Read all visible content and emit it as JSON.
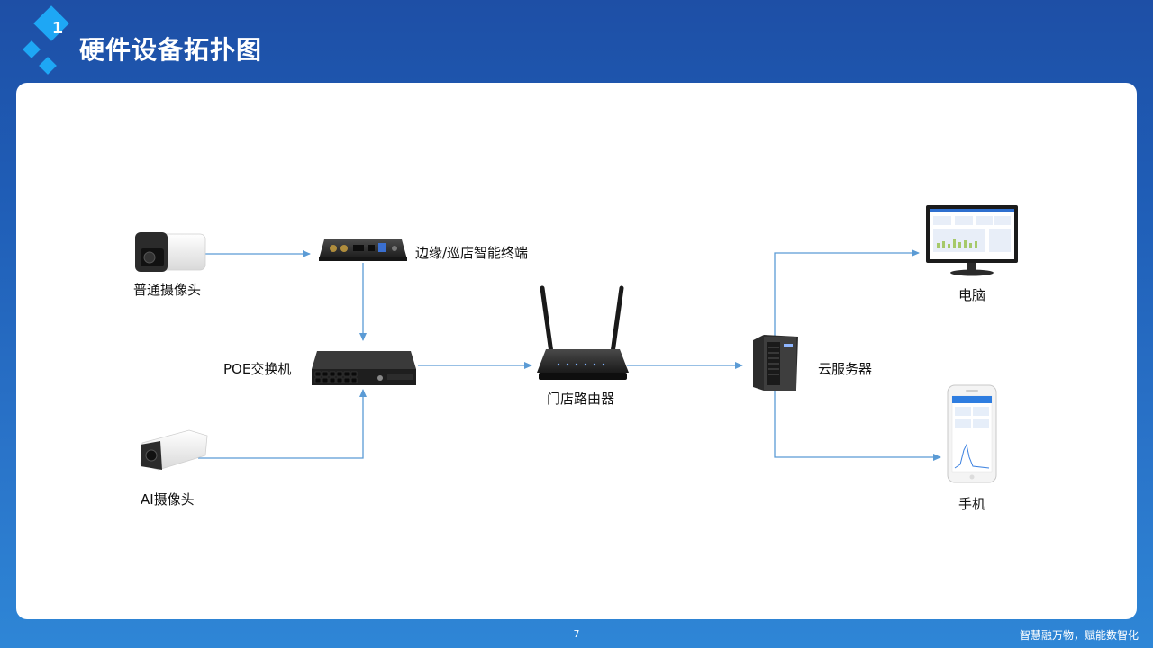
{
  "header": {
    "badge_number": "1",
    "title": "硬件设备拓扑图"
  },
  "nodes": {
    "camera": "普通摄像头",
    "edge_terminal": "边缘/巡店智能终端",
    "poe_switch": "POE交换机",
    "ai_camera": "AI摄像头",
    "router": "门店路由器",
    "cloud_server": "云服务器",
    "computer": "电脑",
    "phone": "手机"
  },
  "footer": {
    "page_number": "7",
    "slogan": "智慧融万物，赋能数智化"
  },
  "colors": {
    "accent": "#2e86d6",
    "line": "#5b9bd5",
    "badge": "#1da1f2"
  }
}
